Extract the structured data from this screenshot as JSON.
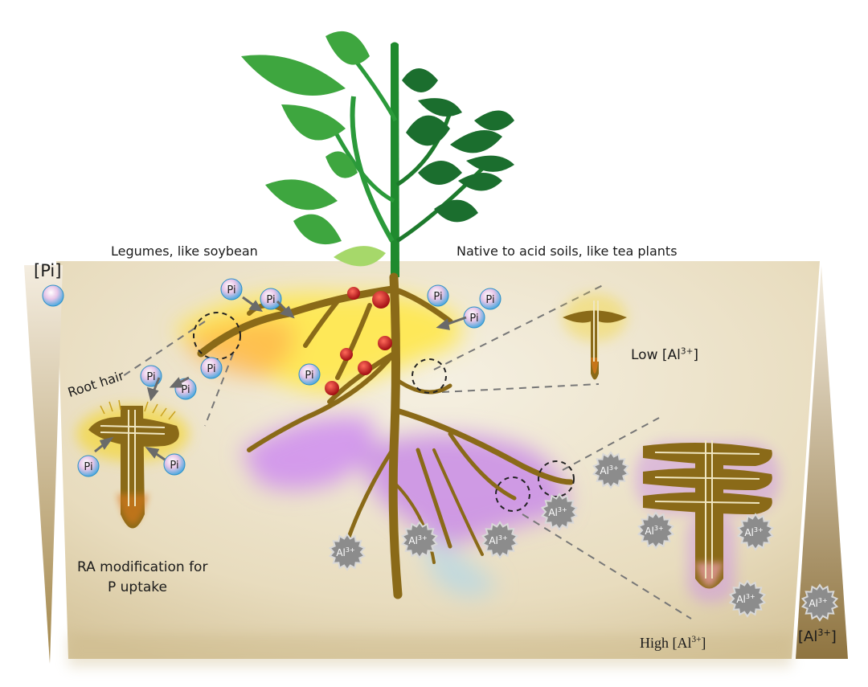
{
  "labels": {
    "pi_legend": "[Pi]",
    "al_legend_main": "[Al",
    "al_legend_sup": "3+",
    "al_legend_end": "]",
    "legumes": "Legumes, like soybean",
    "native": "Native to acid soils, like tea plants",
    "root_hair": "Root hair",
    "ra_line1": "RA modification for",
    "ra_line2": "P uptake",
    "low_al_main": "Low [Al",
    "low_al_sup": "3+",
    "low_al_end": "]",
    "high_al_main": "High [Al",
    "high_al_sup": "3+",
    "high_al_end": "]"
  },
  "markers": {
    "pi_text": "Pi",
    "al_text": "Al",
    "al_sup": "3+"
  },
  "colors": {
    "soil": "#ece3cc",
    "root": "#8a6a18",
    "leaf_dark": "#1e7d2e",
    "leaf_light": "#3ea63f",
    "pi_zone": "#ffe34a",
    "al_zone": "#c98ce8",
    "nodule": "#c0141a",
    "pi_marker": "#6fc3ea",
    "al_marker": "#8a8a8a"
  },
  "icons": [
    "pi-ion-icon",
    "al-ion-icon",
    "nodule-icon",
    "zoom-circle-icon"
  ]
}
